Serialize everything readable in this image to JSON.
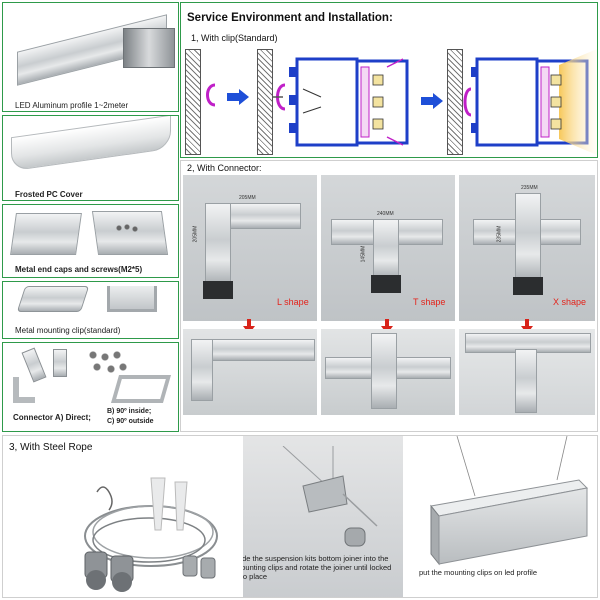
{
  "header": {
    "title": "Service Environment and Installation:",
    "step1": "1, With clip(Standard)",
    "step2": "2, With Connector:",
    "step3": "3, With Steel Rope"
  },
  "left_panels": {
    "profile": "LED Aluminum profile 1~2meter",
    "cover": "Frosted PC Cover",
    "endcaps": "Metal end caps and screws(M2*5)",
    "clip": "Metal mounting clip(standard)",
    "connector_a": "Connector A) Direct;",
    "connector_b": "B) 90º inside;",
    "connector_c": "C) 90º outside"
  },
  "connector_shapes": [
    {
      "label": "L shape",
      "dim_w": "205MM",
      "dim_h": "205MM"
    },
    {
      "label": "T shape",
      "dim_w": "240MM",
      "dim_h": "145MM"
    },
    {
      "label": "X shape",
      "dim_w": "235MM",
      "dim_h": "235MM"
    }
  ],
  "steel_rope": {
    "step_clip_text": "slide the suspension kits bottom joiner into the mounting clips and rotate the joiner until locked into place",
    "step_profile_text": "put the mounting clips on led profile"
  },
  "colors": {
    "border": "#2e9a4a",
    "arrow_blue": "#1e4fd8",
    "arrow_red": "#d8231a",
    "shape_red": "#e3231b",
    "profile_blue": "#1e3fc8",
    "clip_purple": "#c020c8"
  }
}
